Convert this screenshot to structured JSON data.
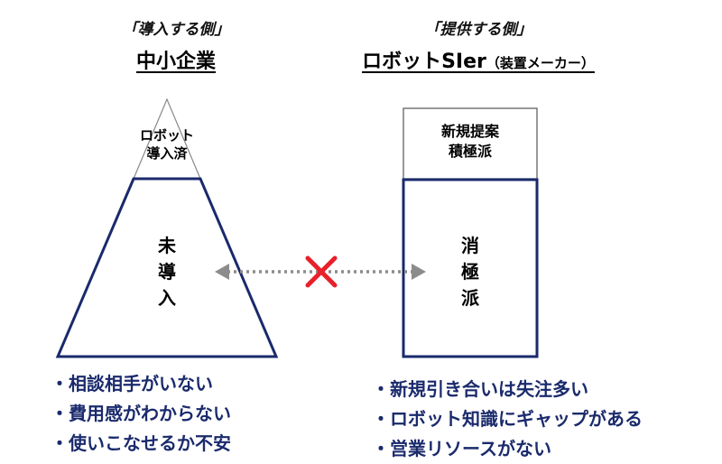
{
  "left": {
    "role": "「導入する側」",
    "party": "中小企業",
    "peak_line1": "ロボット",
    "peak_line2": "導入済",
    "body_chars": [
      "未",
      "導",
      "入"
    ],
    "bullets": [
      "・相談相手がいない",
      "・費用感がわからない",
      "・使いこなせるか不安"
    ]
  },
  "right": {
    "role": "「提供する側」",
    "party_main": "ロボットSIer",
    "party_sub": "（装置メーカー）",
    "top_line1": "新規提案",
    "top_line2": "積極派",
    "body_chars": [
      "消",
      "極",
      "派"
    ],
    "bullets": [
      "・新規引き合いは失注多い",
      "・ロボット知識にギャップがある",
      "・営業リソースがない"
    ]
  },
  "colors": {
    "navy": "#1a2a6c",
    "arrow": "#8c8c8c",
    "cross": "#e8202a"
  },
  "icons": {
    "cross": "cross-mark-icon"
  }
}
